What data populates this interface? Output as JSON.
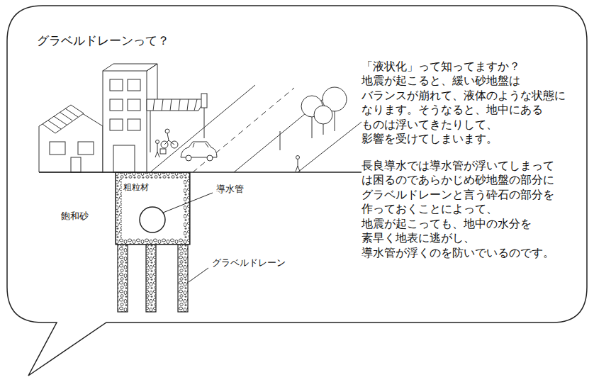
{
  "diagram": {
    "title": "グラベルドレーンって？",
    "nodes": [
      {
        "text": [
          "粗粒材"
        ]
      }
    ],
    "labels": [
      "導水管",
      "飽和砂",
      "グラベルドレーン",
      "「液状化」って知ってますか？ 地震が起こると、緩い砂地盤は バランスが崩れて、液体のような状態に なります。そうなると、地中にある ものは浮いてきたりして、 影響を受けてしまいます。",
      "長良導水では導水管が浮いてしまって は困るのであらかじめ砂地盤の部分に グラベルドレーンと言う砕石の部分を 作っておくことによって、 地震が起こっても、地中の水分を 素早く地表に逃がし、 導水管が浮くのを防いでいるのです。"
    ]
  }
}
